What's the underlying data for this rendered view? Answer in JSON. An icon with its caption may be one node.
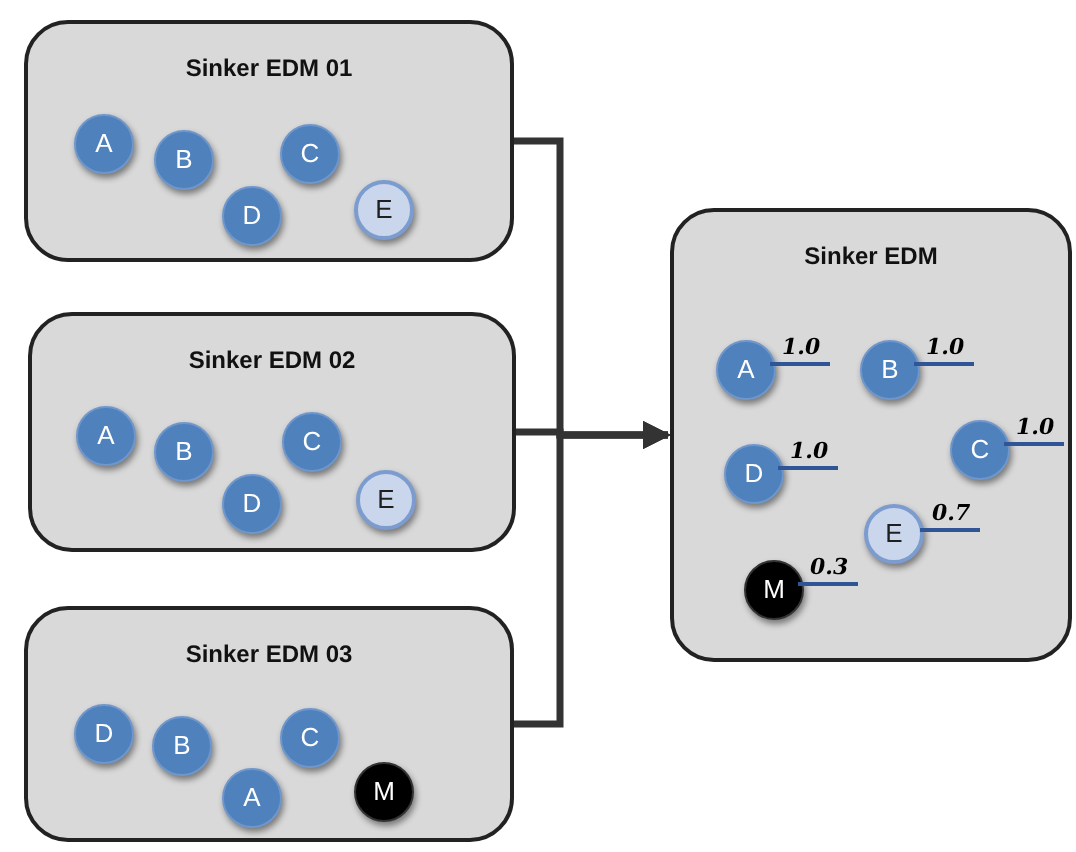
{
  "diagram": {
    "nodes": [
      {
        "text": [
          "Sinker EDM 01"
        ]
      },
      {
        "text": [
          "A"
        ],
        "in": 0
      },
      {
        "text": [
          "B"
        ],
        "in": 0
      },
      {
        "text": [
          "C"
        ],
        "in": 0
      },
      {
        "text": [
          "D"
        ],
        "in": 0
      },
      {
        "text": [
          "E"
        ],
        "in": 0
      },
      {
        "text": [
          "Sinker EDM 02"
        ]
      },
      {
        "text": [
          "A"
        ],
        "in": 6
      },
      {
        "text": [
          "B"
        ],
        "in": 6
      },
      {
        "text": [
          "C"
        ],
        "in": 6
      },
      {
        "text": [
          "D"
        ],
        "in": 6
      },
      {
        "text": [
          "E"
        ],
        "in": 6
      },
      {
        "text": [
          "Sinker EDM 03"
        ]
      },
      {
        "text": [
          "D"
        ],
        "in": 12
      },
      {
        "text": [
          "B"
        ],
        "in": 12
      },
      {
        "text": [
          "C"
        ],
        "in": 12
      },
      {
        "text": [
          "A"
        ],
        "in": 12
      },
      {
        "text": [
          "M"
        ],
        "in": 12
      },
      {
        "text": [
          "Sinker EDM"
        ]
      },
      {
        "text": [
          "A"
        ],
        "in": 18,
        "beside": [
          "1.0"
        ]
      },
      {
        "text": [
          "B"
        ],
        "in": 18,
        "beside": [
          "1.0"
        ]
      },
      {
        "text": [
          "D"
        ],
        "in": 18,
        "beside": [
          "1.0"
        ]
      },
      {
        "text": [
          "C"
        ],
        "in": 18,
        "beside": [
          "1.0"
        ]
      },
      {
        "text": [
          "E"
        ],
        "in": 18,
        "beside": [
          "0.7"
        ]
      },
      {
        "text": [
          "M"
        ],
        "in": 18,
        "beside": [
          "0.3"
        ]
      }
    ],
    "edges": [
      {
        "from": 0,
        "to": 18,
        "arrow": "to"
      },
      {
        "from": 6,
        "to": 18,
        "arrow": "to"
      },
      {
        "from": 12,
        "to": 18,
        "arrow": "to"
      }
    ]
  }
}
